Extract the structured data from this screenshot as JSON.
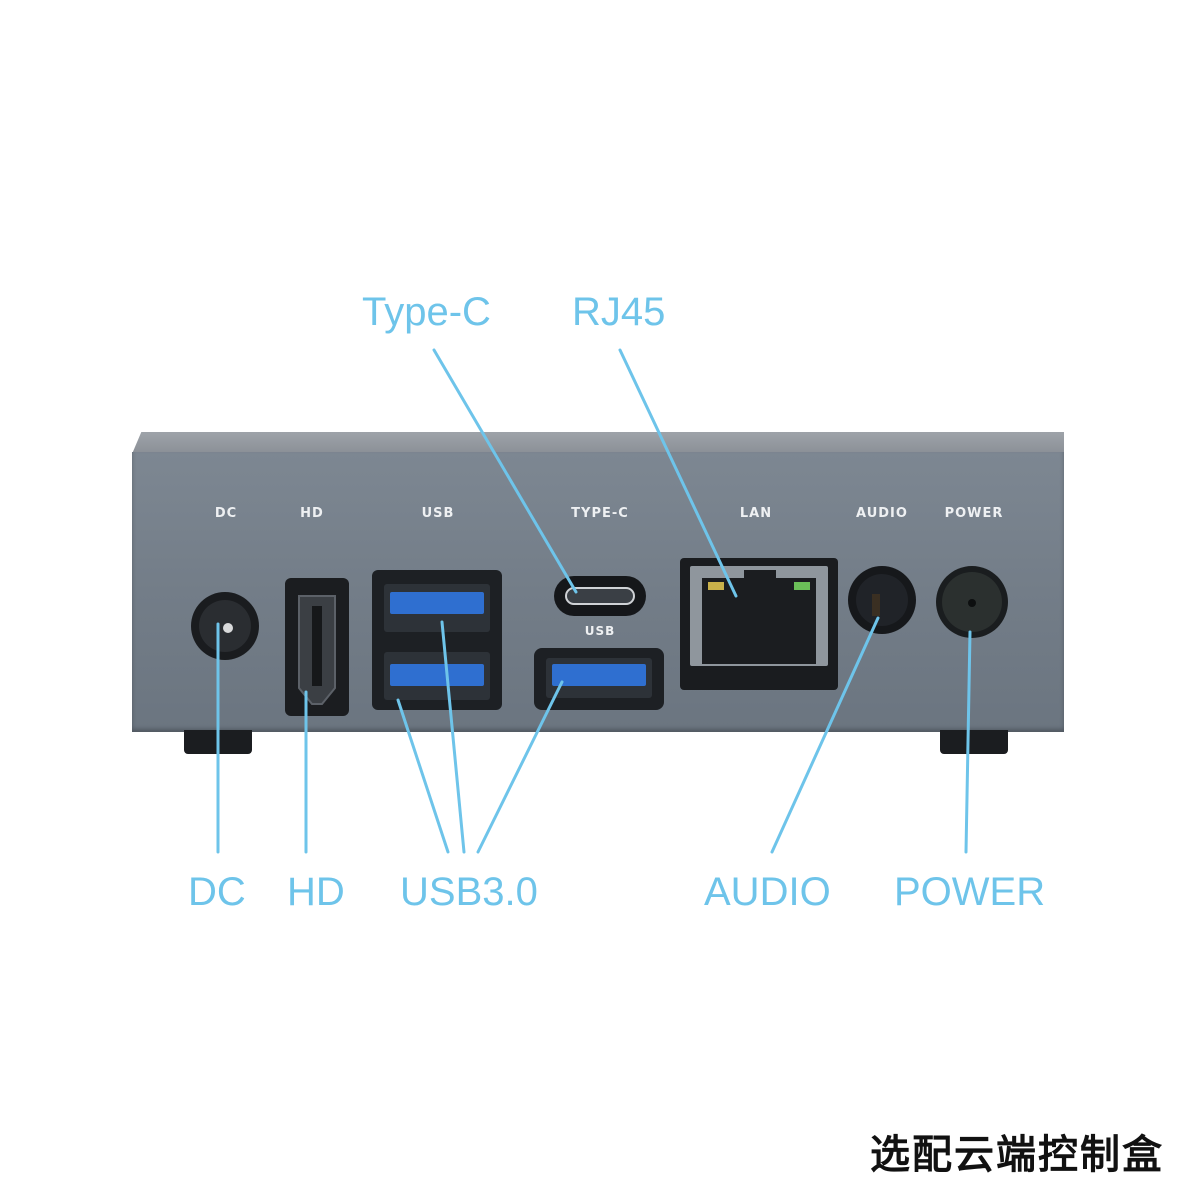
{
  "callouts": {
    "type_c": "Type-C",
    "rj45": "RJ45",
    "dc": "DC",
    "hd": "HD",
    "usb30": "USB3.0",
    "audio": "AUDIO",
    "power": "POWER"
  },
  "panel_labels": {
    "dc": "DC",
    "hd": "HD",
    "usb": "USB",
    "type_c": "TYPE-C",
    "usb_under_typec": "USB",
    "lan": "LAN",
    "audio": "AUDIO",
    "power": "POWER"
  },
  "footer_title": "选配云端控制盒",
  "colors": {
    "callout": "#6ec4ea",
    "device": "#77818c",
    "usb_port": "#2f6fd0"
  }
}
